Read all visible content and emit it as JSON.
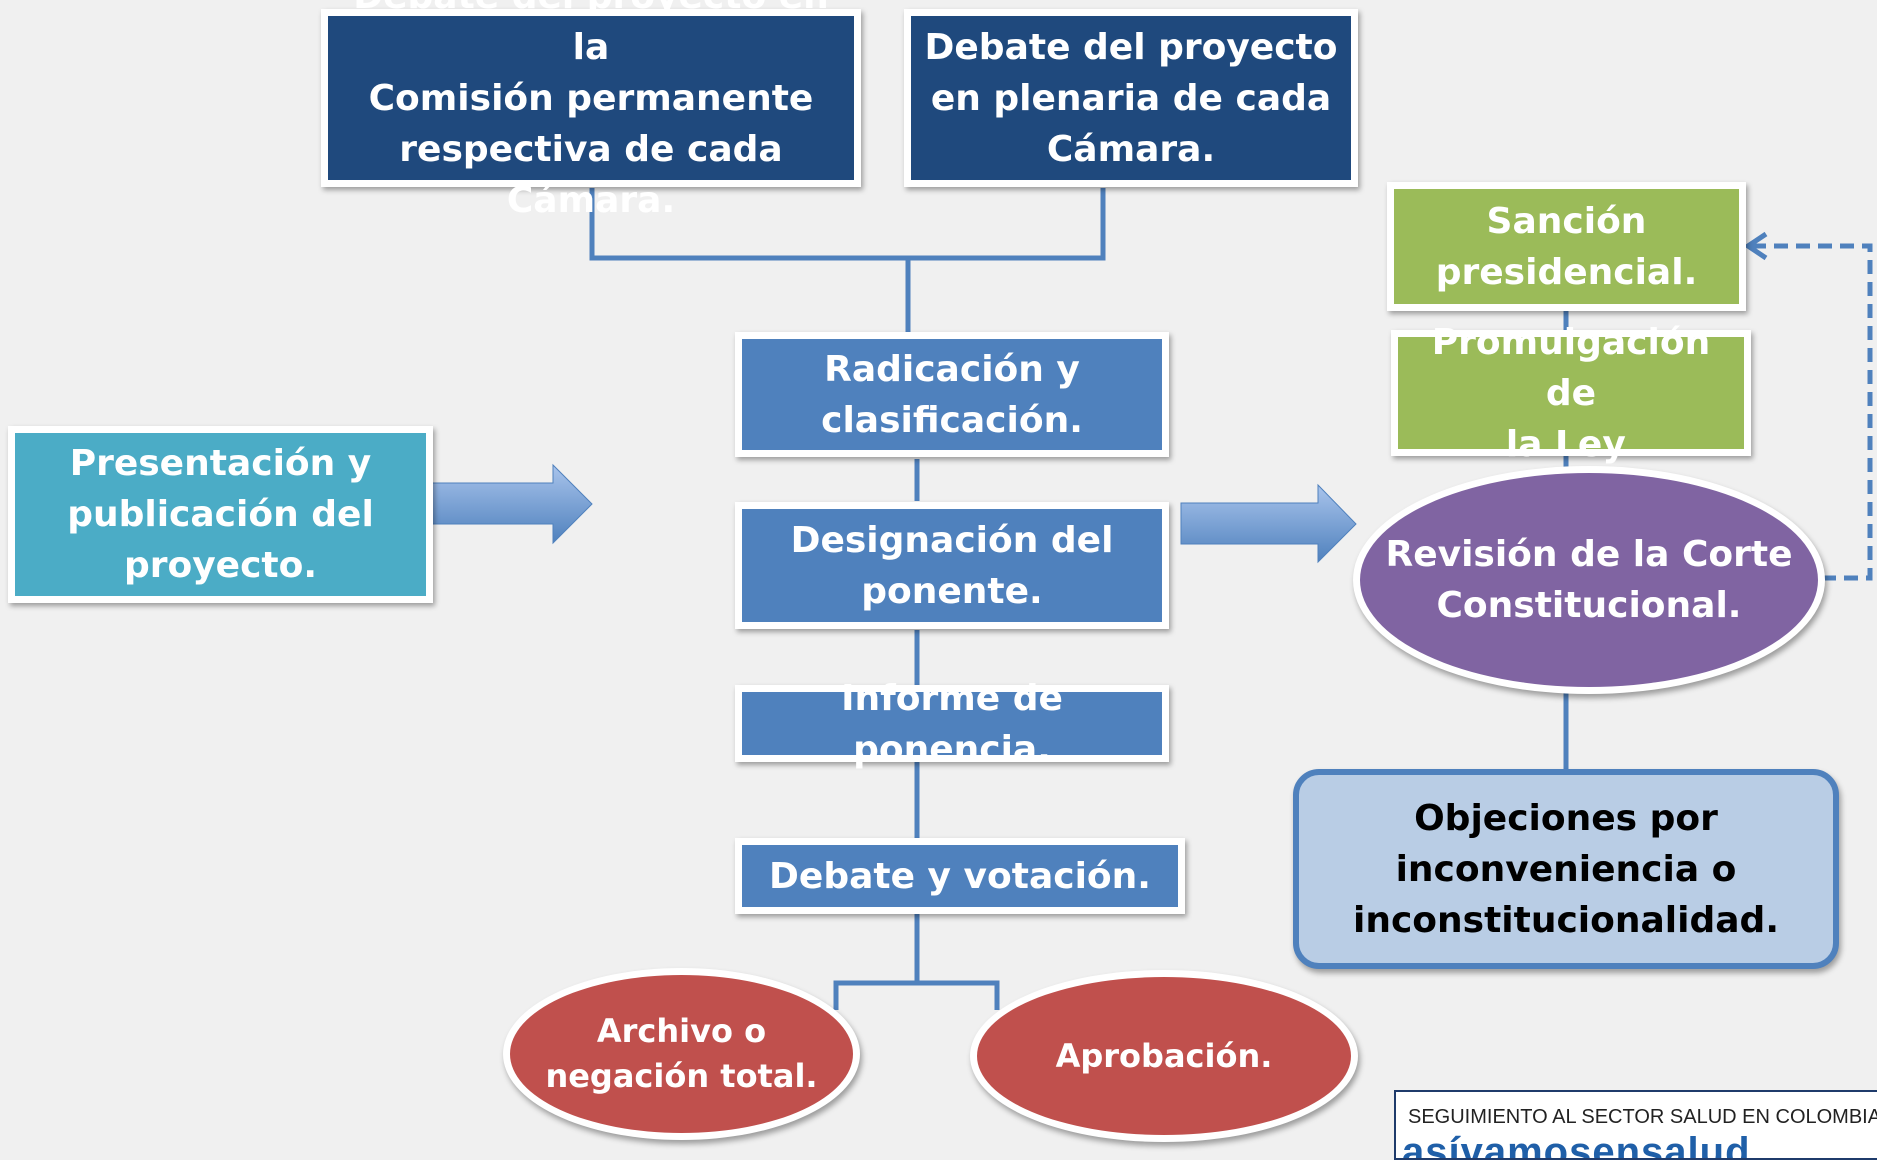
{
  "colors": {
    "dark_blue": "#1f497d",
    "mid_blue": "#4f81bd",
    "teal": "#4bacc6",
    "green": "#9bbb59",
    "purple": "#8064a2",
    "red": "#c0504d",
    "light_blue": "#b9cde5",
    "background": "#f0f0f0"
  },
  "nodes": {
    "debate_comision": [
      "Debate del proyecto en la",
      "Comisión permanente",
      "respectiva de cada Cámara."
    ],
    "debate_plenaria": [
      "Debate del proyecto",
      "en plenaria de cada",
      "Cámara."
    ],
    "radicacion": [
      "Radicación y",
      "clasificación."
    ],
    "designacion": [
      "Designación del",
      "ponente."
    ],
    "informe": [
      "Informe de ponencia."
    ],
    "debate_votacion": [
      "Debate y votación."
    ],
    "presentacion": [
      "Presentación y",
      "publicación del",
      "proyecto."
    ],
    "archivo": [
      "Archivo o",
      "negación",
      "total."
    ],
    "aprobacion": [
      "Aprobación."
    ],
    "sancion": [
      "Sanción",
      "presidencial."
    ],
    "promulgacion": [
      "Promulgación de",
      "la Ley."
    ],
    "revision": [
      "Revisión de la",
      "Corte",
      "Constitucional."
    ],
    "objeciones": [
      "Objeciones por",
      "inconveniencia o",
      "inconstitucionalidad."
    ]
  },
  "logo": {
    "tagline": "SEGUIMIENTO AL SECTOR SALUD EN COLOMBIA",
    "wordmark": "asívamosensalud"
  }
}
